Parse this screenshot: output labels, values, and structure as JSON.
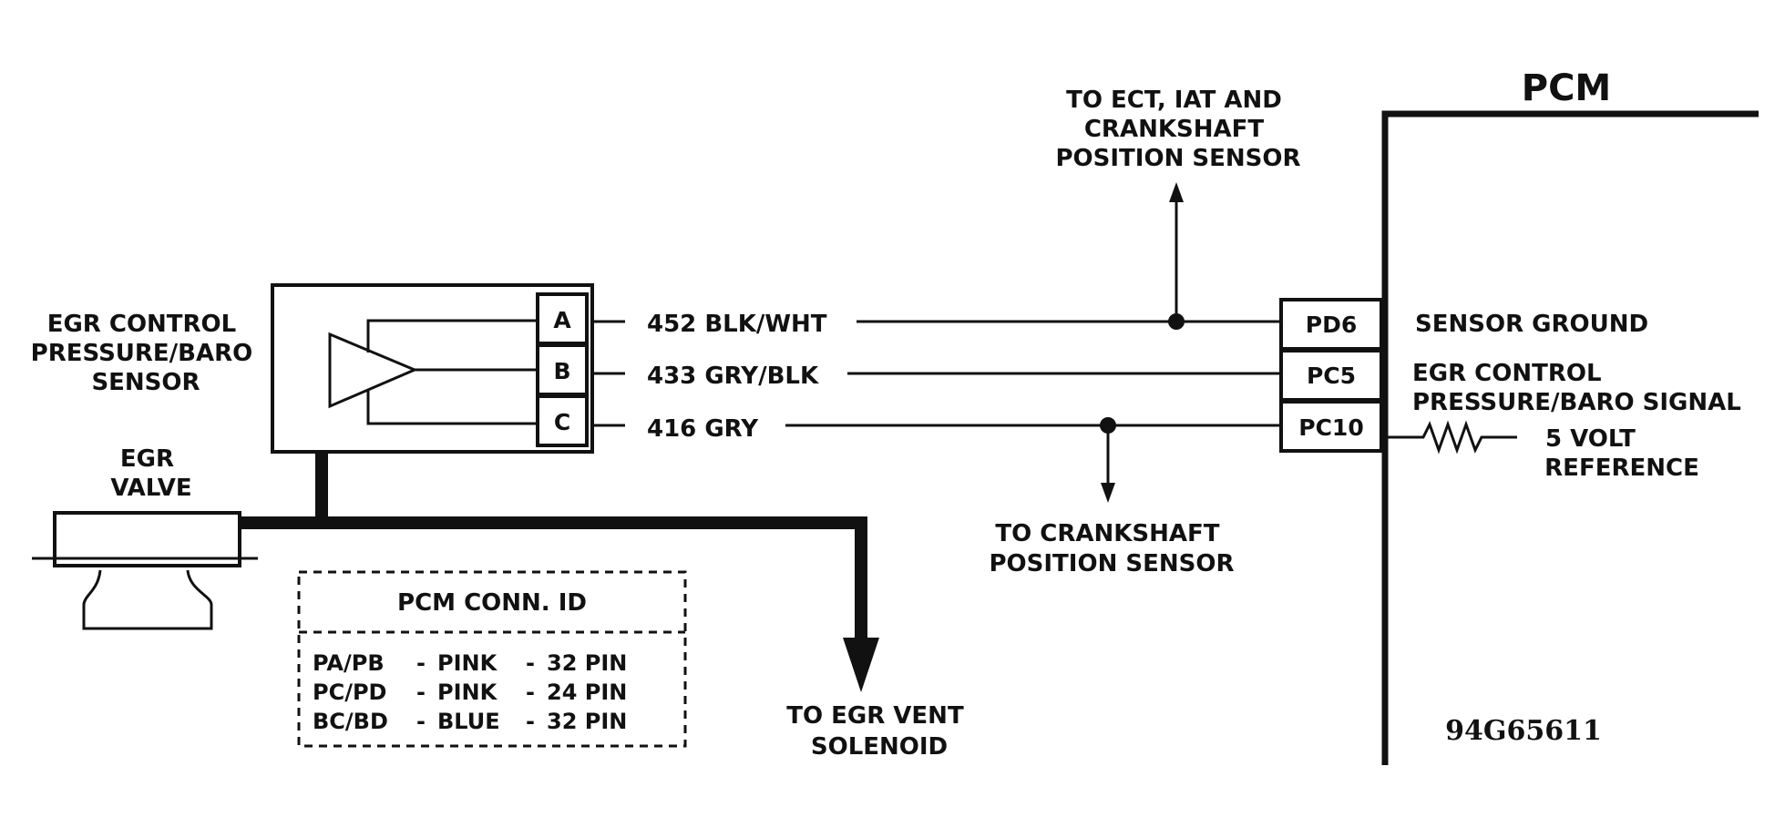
{
  "pcm": {
    "title": "PCM",
    "figure_id": "94G65611"
  },
  "sensor": {
    "label_lines": [
      "EGR CONTROL",
      "PRESSURE/BARO",
      "SENSOR"
    ],
    "pins": [
      "A",
      "B",
      "C"
    ]
  },
  "egr_valve": {
    "label_lines": [
      "EGR",
      "VALVE"
    ]
  },
  "wires": [
    {
      "circuit": "452 BLK/WHT",
      "terminal": "PD6",
      "function_lines": [
        "SENSOR GROUND"
      ]
    },
    {
      "circuit": "433 GRY/BLK",
      "terminal": "PC5",
      "function_lines": [
        "EGR CONTROL",
        "PRESSURE/BARO SIGNAL"
      ]
    },
    {
      "circuit": "416 GRY",
      "terminal": "PC10",
      "function_lines": [
        "5 VOLT",
        "REFERENCE"
      ]
    }
  ],
  "branches": {
    "up": [
      "TO ECT, IAT AND",
      "CRANKSHAFT",
      "POSITION SENSOR"
    ],
    "down": [
      "TO CRANKSHAFT",
      "POSITION SENSOR"
    ],
    "vent": [
      "TO EGR VENT",
      "SOLENOID"
    ]
  },
  "conn_table": {
    "title": "PCM CONN. ID",
    "rows": [
      [
        "PA/PB",
        "-",
        "PINK",
        "-",
        "32 PIN"
      ],
      [
        "PC/PD",
        "-",
        "PINK",
        "-",
        "24 PIN"
      ],
      [
        "BC/BD",
        "-",
        "BLUE",
        "-",
        "32 PIN"
      ]
    ]
  }
}
